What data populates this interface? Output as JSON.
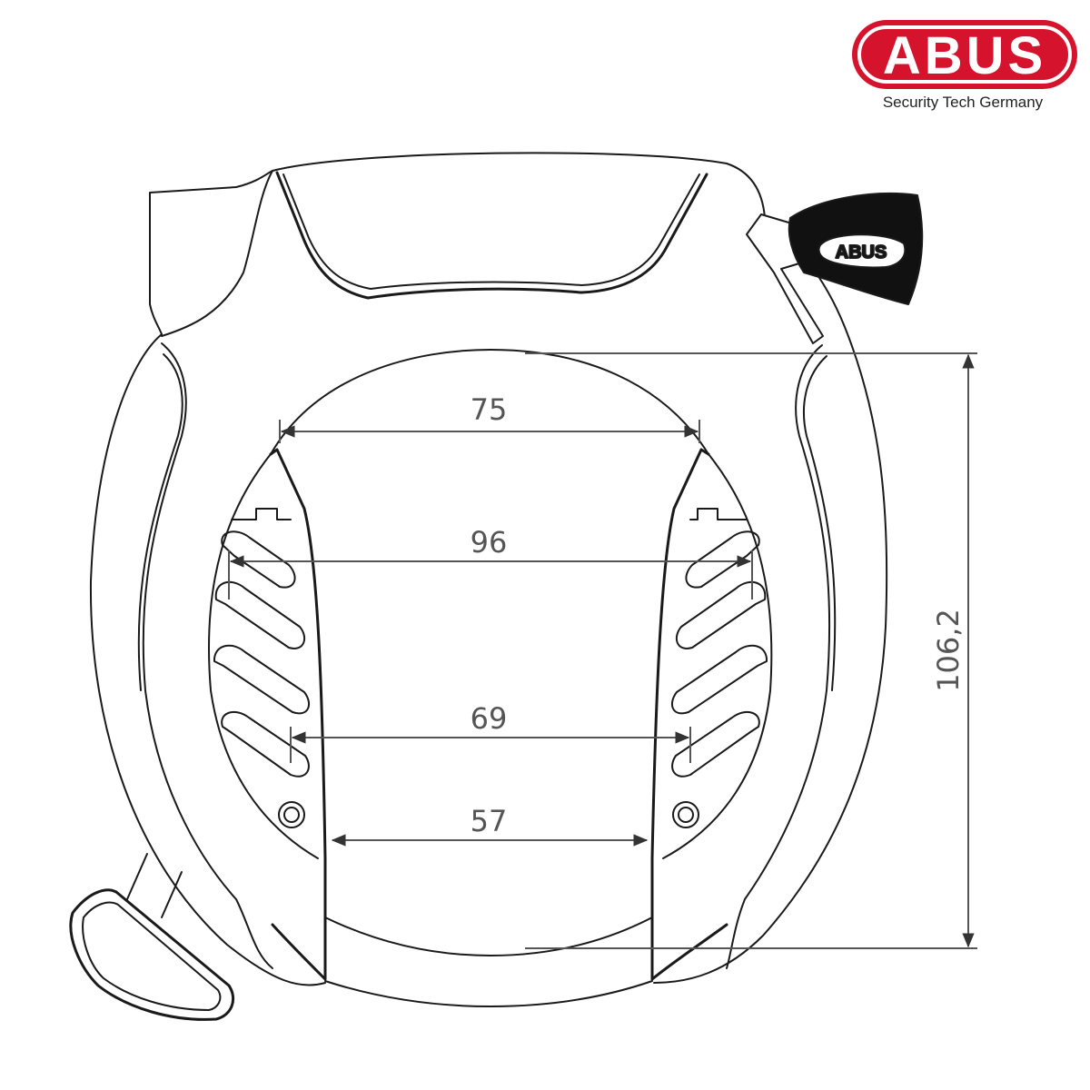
{
  "brand": {
    "name": "ABUS",
    "tagline": "Security Tech Germany",
    "key_mark": "ABUS",
    "color": "#d5132c"
  },
  "dimensions": {
    "top_width": "75",
    "upper_width": "96",
    "lower_width": "69",
    "bottom_width": "57",
    "height": "106,2"
  },
  "colors": {
    "line": "#1a1a1a",
    "dim_line": "#555555"
  }
}
